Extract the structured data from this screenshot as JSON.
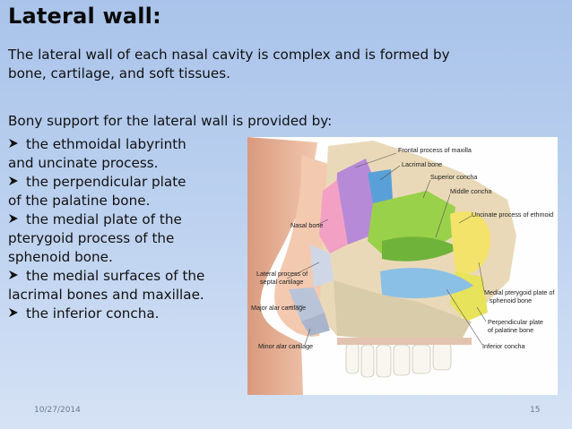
{
  "slide": {
    "title": "Lateral wall:",
    "intro_lines": [
      "The lateral wall of each nasal cavity is complex and is formed by",
      "bone, cartilage, and soft tissues."
    ],
    "lead": "Bony support for the lateral wall is provided by:",
    "bullet_lines": [
      {
        "arrow": true,
        "text": "the ethmoidal labyrinth"
      },
      {
        "arrow": false,
        "text": "and uncinate process."
      },
      {
        "arrow": true,
        "text": "the perpendicular plate"
      },
      {
        "arrow": false,
        "text": "of the palatine bone."
      },
      {
        "arrow": true,
        "text": "the medial plate of the"
      },
      {
        "arrow": false,
        "text": "pterygoid process of the"
      },
      {
        "arrow": false,
        "text": "sphenoid bone."
      },
      {
        "arrow": true,
        "text": "the medial surfaces of the"
      },
      {
        "arrow": false,
        "text": " lacrimal bones and maxillae."
      },
      {
        "arrow": true,
        "text": "the inferior concha."
      }
    ],
    "footer": {
      "date": "10/27/2014",
      "page": "15"
    }
  },
  "figure": {
    "labels": {
      "frontal_process": "Frontal process of maxilla",
      "lacrimal_bone": "Lacrimal bone",
      "superior_concha": "Superior concha",
      "middle_concha": "Middle concha",
      "uncinate": "Uncinate process of ethmoid",
      "nasal_bone": "Nasal bone",
      "lateral_process_1": "Lateral process of",
      "lateral_process_2": "septal cartilage",
      "major_alar": "Major alar cartilage",
      "minor_alar": "Minor alar cartilage",
      "medial_pterygoid_1": "Medial pterygoid plate of",
      "medial_pterygoid_2": "sphenoid bone",
      "perp_plate_1": "Perpendicular plate",
      "perp_plate_2": "of palatine bone",
      "inferior_concha": "Inferior concha"
    },
    "colors": {
      "skin": "#e8b79a",
      "bone": "#ead9b8",
      "nasal_bone": "#f2a0c4",
      "frontal_process": "#b78ad8",
      "lacrimal": "#5aa0d8",
      "ethmoid": "#9ad14a",
      "palatine": "#e7e35a",
      "inferior_concha": "#8bc0e6",
      "maxilla": "#c9c2a8"
    }
  }
}
